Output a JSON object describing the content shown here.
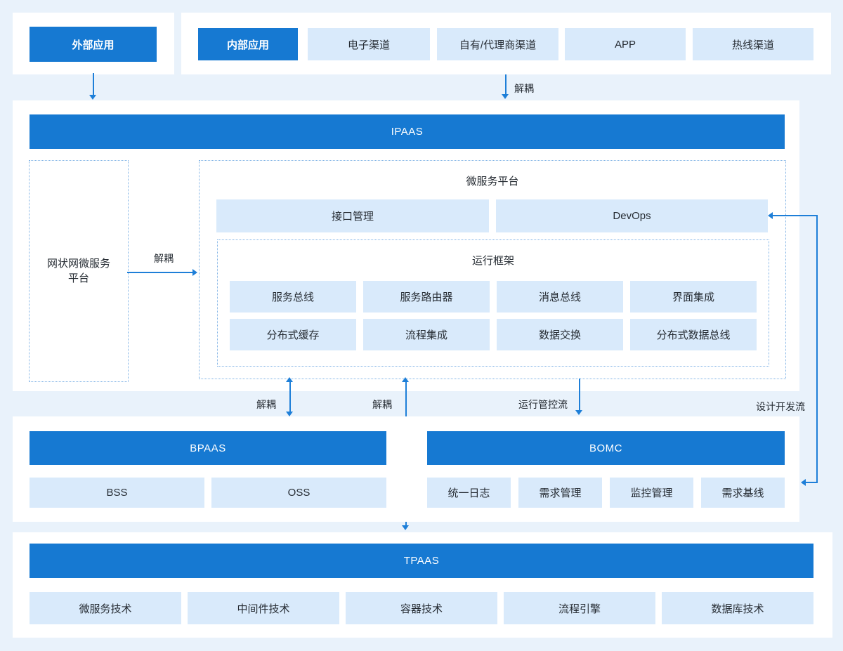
{
  "top": {
    "external_app": "外部应用",
    "internal_app": "内部应用",
    "channels": [
      "电子渠道",
      "自有/代理商渠道",
      "APP",
      "热线渠道"
    ],
    "decouple_label": "解耦"
  },
  "ipaas": {
    "title": "IPAAS"
  },
  "mesh_platform": {
    "line1": "网状网微服务",
    "line2": "平台",
    "decouple_label": "解耦"
  },
  "microservice_platform": {
    "title": "微服务平台",
    "api_mgmt": "接口管理",
    "devops": "DevOps",
    "runtime": {
      "title": "运行框架",
      "row1": [
        "服务总线",
        "服务路由器",
        "消息总线",
        "界面集成"
      ],
      "row2": [
        "分布式缓存",
        "流程集成",
        "数据交换",
        "分布式数据总线"
      ]
    }
  },
  "flow_labels": {
    "decouple1": "解耦",
    "decouple2": "解耦",
    "ops_flow": "运行管控流",
    "design_flow": "设计开发流"
  },
  "bpaas": {
    "title": "BPAAS",
    "items": [
      "BSS",
      "OSS"
    ]
  },
  "bomc": {
    "title": "BOMC",
    "items": [
      "统一日志",
      "需求管理",
      "监控管理",
      "需求基线"
    ]
  },
  "tpaas": {
    "title": "TPAAS",
    "items": [
      "微服务技术",
      "中间件技术",
      "容器技术",
      "流程引擎",
      "数据库技术"
    ]
  },
  "colors": {
    "primary_blue": "#1679D2",
    "light_box": "#D9EAFB",
    "background": "#E9F2FB",
    "panel_white": "#FFFFFF",
    "arrow_blue": "#1E7FD8",
    "dotted_border": "#7FB2E5",
    "text_dark": "#262C33"
  }
}
